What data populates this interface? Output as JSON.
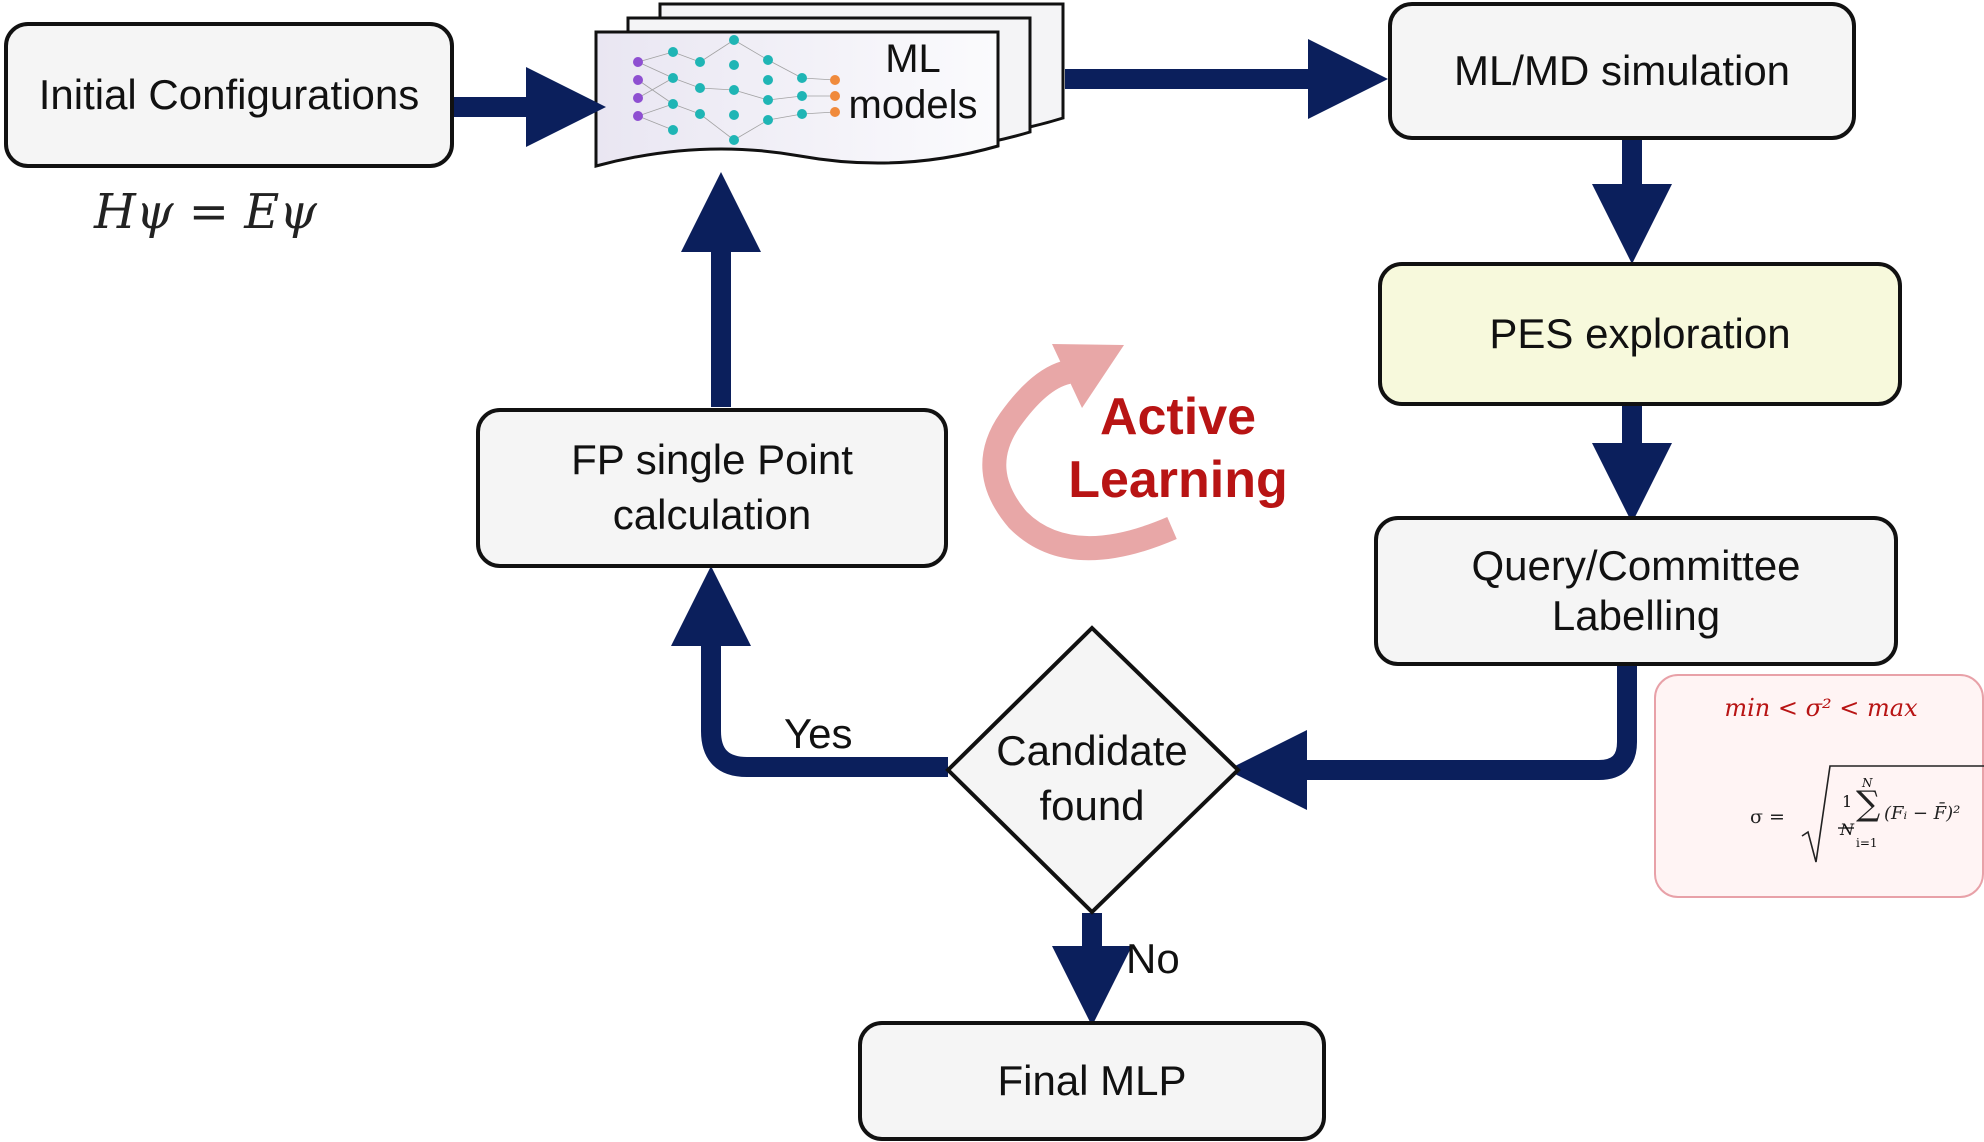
{
  "nodes": {
    "initial": "Initial Configurations",
    "ml_line1": "ML",
    "ml_line2": "models",
    "mlmd": "ML/MD simulation",
    "pes": "PES exploration",
    "query_line1": "Query/Committee",
    "query_line2": "Labelling",
    "candidate_line1": "Candidate",
    "candidate_line2": "found",
    "fp_line1": "FP single Point",
    "fp_line2": "calculation",
    "final": "Final MLP"
  },
  "edge_labels": {
    "yes": "Yes",
    "no": "No"
  },
  "equations": {
    "schrodinger": "Hψ = Eψ",
    "criterion": "min < σ² < max",
    "sigma_lhs": "σ =",
    "sigma_frac_num": "1",
    "sigma_frac_den": "N",
    "sigma_sum_top": "N",
    "sigma_sum_bottom": "i=1",
    "sigma_term": "(Fᵢ − F̄)²"
  },
  "center_label": {
    "line1": "Active",
    "line2": "Learning"
  },
  "colors": {
    "arrow": "#0b1f5c",
    "active_text": "#b81414",
    "curved_arrow": "#e8a7a7",
    "pes_fill": "#f7f9dc",
    "sigma_border": "#e8a1a8"
  }
}
